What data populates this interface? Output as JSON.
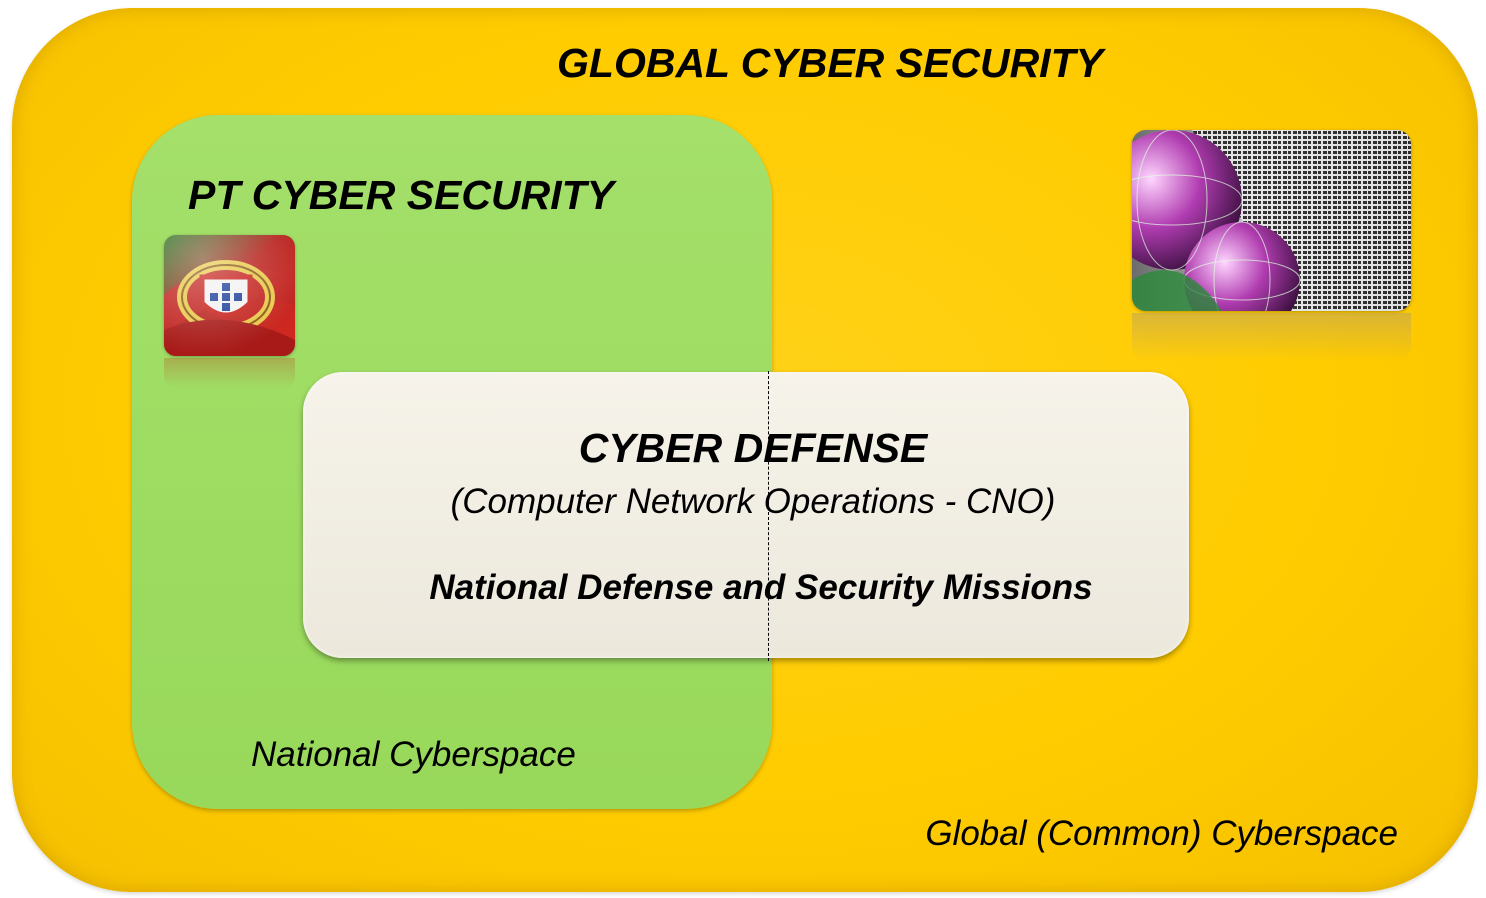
{
  "global": {
    "title": "GLOBAL CYBER SECURITY",
    "footer": "Global (Common) Cyberspace",
    "color": "#ffcc00"
  },
  "national": {
    "title": "PT CYBER SECURITY",
    "footer": "National Cyberspace",
    "color": "#98d85a"
  },
  "defense": {
    "title": "CYBER DEFENSE",
    "subtitle": "(Computer Network Operations - CNO)",
    "missions": "National Defense and Security Missions",
    "color": "#f3f0e6"
  },
  "images": {
    "flag": "portugal-flag-icon",
    "globe": "globe-grid-icon"
  }
}
